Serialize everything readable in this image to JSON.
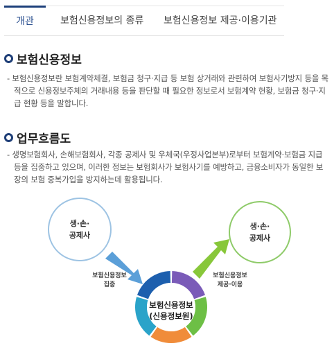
{
  "tabs": [
    {
      "label": "개관",
      "active": true
    },
    {
      "label": "보험신용정보의 종류",
      "active": false
    },
    {
      "label": "보험신용정보 제공·이용기관",
      "active": false
    }
  ],
  "sections": [
    {
      "title": "보험신용정보",
      "body": "- 보험신용정보란 보험계약체결, 보험금 청구·지급 등 보험 상거래와 관련하여 보험사기방지 등을 목적으로 신용정보주체의 거래내용 등을 판단할 때 필요한 정보로서 보험계약 현황, 보험금 청구·지급 현황 등을 말합니다."
    },
    {
      "title": "업무흐름도",
      "body": "- 생명보험회사, 손해보험회사, 각종 공제사 및 우체국(우정사업본부)로부터 보험계약·보험금 지급 등을 집중하고 있으며, 이러한 정보는 보험회사가 보험사기를 예방하고, 금융소비자가 동일한 보장의 보험 중복가입을 방지하는데 활용됩니다."
    }
  ],
  "diagram": {
    "left_circle": {
      "line1": "생·손·",
      "line2": "공제사"
    },
    "right_circle": {
      "line1": "생·손·",
      "line2": "공제사"
    },
    "flow_in": {
      "line1": "보험신용정보",
      "line2": "집중"
    },
    "flow_out": {
      "line1": "보험신용정보",
      "line2": "제공·이용"
    },
    "center": {
      "line1": "보험신용정보",
      "line2": "(신용정보원)"
    },
    "colors": {
      "purple": "#7a5bb8",
      "green": "#6dbf45",
      "orange": "#f08c3a",
      "teal": "#2aa3c9",
      "blue": "#1d5fae",
      "arrow_in": "#5b9fd8",
      "arrow_out": "#88c73a"
    }
  }
}
